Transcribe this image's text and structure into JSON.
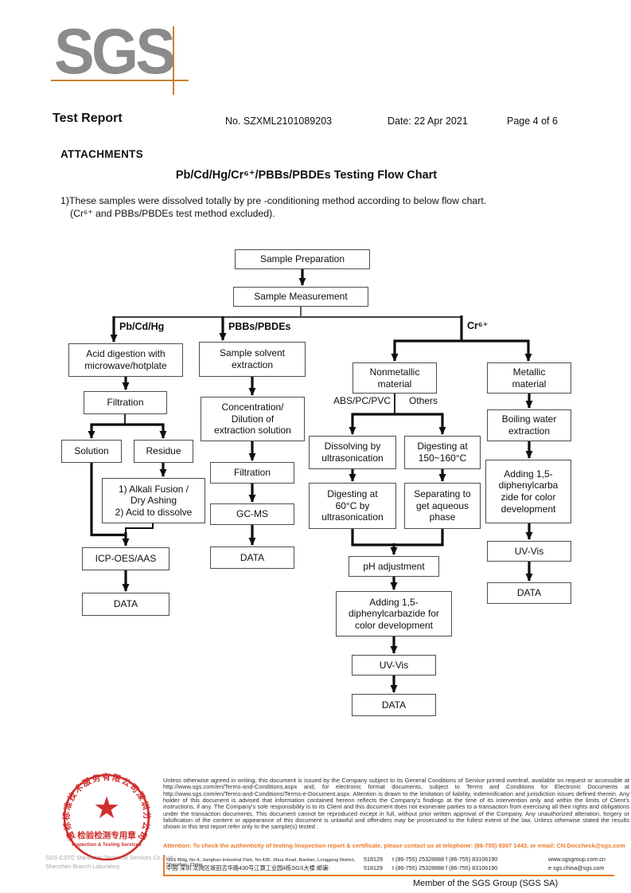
{
  "header": {
    "logo_text": "SGS",
    "report_title": "Test Report",
    "report_no": "No. SZXML2101089203",
    "date": "Date: 22 Apr 2021",
    "page": "Page 4 of 6"
  },
  "attachments": {
    "section_title": "ATTACHMENTS",
    "chart_title": "Pb/Cd/Hg/Cr⁶⁺/PBBs/PBDEs Testing Flow Chart",
    "note_line1": "1)These samples were dissolved totally by pre -conditioning method according to below flow chart.",
    "note_line2": "(Cr⁶⁺ and PBBs/PBDEs test method excluded)."
  },
  "flowchart": {
    "branch_labels": {
      "left": "Pb/Cd/Hg",
      "middle": "PBBs/PBDEs",
      "right": "Cr⁶⁺"
    },
    "sub_labels": {
      "abs": "ABS/PC/PVC",
      "others": "Others"
    },
    "nodes": {
      "sample_preparation": "Sample Preparation",
      "sample_measurement": "Sample Measurement",
      "acid_digestion": "Acid digestion with\nmicrowave/hotplate",
      "solvent_extraction": "Sample solvent\nextraction",
      "filtration_left": "Filtration",
      "concentration": "Concentration/\nDilution of\nextraction solution",
      "solution": "Solution",
      "residue": "Residue",
      "alkali_fusion": "1) Alkali Fusion /\nDry Ashing\n2) Acid to dissolve",
      "filtration_mid": "Filtration",
      "gcms": "GC-MS",
      "data_gcms": "DATA",
      "icp": "ICP-OES/AAS",
      "data_icp": "DATA",
      "nonmetallic": "Nonmetallic\nmaterial",
      "metallic": "Metallic\nmaterial",
      "dissolving": "Dissolving by\nultrasonication",
      "digesting150": "Digesting at\n150~160°C",
      "digesting60": "Digesting at\n60°C by\nultrasonication",
      "separating": "Separating to\nget aqueous\nphase",
      "ph_adjustment": "pH adjustment",
      "adding_mid": "Adding 1,5-\ndiphenylcarbazide for\ncolor development",
      "uvvis_mid": "UV-Vis",
      "data_mid": "DATA",
      "boiling": "Boiling water\nextraction",
      "adding_right": "Adding 1,5-\ndiphenylcarba\nzide for color\ndevelopment",
      "uvvis_right": "UV-Vis",
      "data_right": "DATA"
    }
  },
  "footer": {
    "stamp": {
      "ring_text": "通标标准技术服务有限公司深圳分公司",
      "star_icon": "★",
      "line_cn": "检验检测专用章",
      "line_en": "Inspection & Testing Services"
    },
    "company_line1": "SGS-CSTC Standards Technical Services Co., Ltd.",
    "company_line2": "Shenzhen Branch Laboratory",
    "legal_text": "Unless otherwise agreed in writing, this document is issued by the Company subject to its General Conditions of Service printed overleaf, available on request or accessible at http://www.sgs.com/en/Terms-and-Conditions.aspx and, for electronic format documents, subject to Terms and Conditions for Electronic Documents at http://www.sgs.com/en/Terms-and-Conditions/Terms-e-Document.aspx. Attention is drawn to the limitation of liability, indemnification and jurisdiction issues defined therein. Any holder of this document is advised that information contained hereon reflects the Company's findings at the time of its intervention only and within the limits of Client's instructions, if any. The Company's sole responsibility is to its Client and this document does not exonerate parties to a transaction from exercising all their rights and obligations under the transaction documents. This document cannot be reproduced except in full, without prior written approval of the Company. Any unauthorized alteration, forgery or falsification of the content or appearance of this document is unlawful and offenders may be prosecuted to the fullest extent of the law. Unless otherwise stated the results shown in this test report refer only to the sample(s) tested .",
    "attention_text": "Attention: To check the authenticity of testing /inspection report & certificate, please contact us at telephone: (86-755) 8307 1443, or email: CN.Doccheck@sgs.com",
    "address_rows": [
      {
        "addr": "SGS Bldg, No.4, Jianghao Industrial Park, No.430, Jihua Road, Bantian, Longgang District, Shenzhen, China",
        "post": "518129",
        "tel": "t (86-755) 25328888  f (86-755) 83106190",
        "site": "www.sgsgroup.com.cn"
      },
      {
        "addr": "中国·深圳·龙岗区坂田吉华路430号江灏工业园4栋SGS大楼  邮编:",
        "post": "518129",
        "tel": "t (86-755) 25328888  f (86-755) 83106190",
        "site": "e sgs.china@sgs.com"
      }
    ],
    "member_text": "Member of the SGS Group (SGS SA)"
  },
  "colors": {
    "accent_orange": "#e87a2a",
    "stamp_red": "#cf2e2c",
    "logo_grey": "#8a8b8d"
  }
}
